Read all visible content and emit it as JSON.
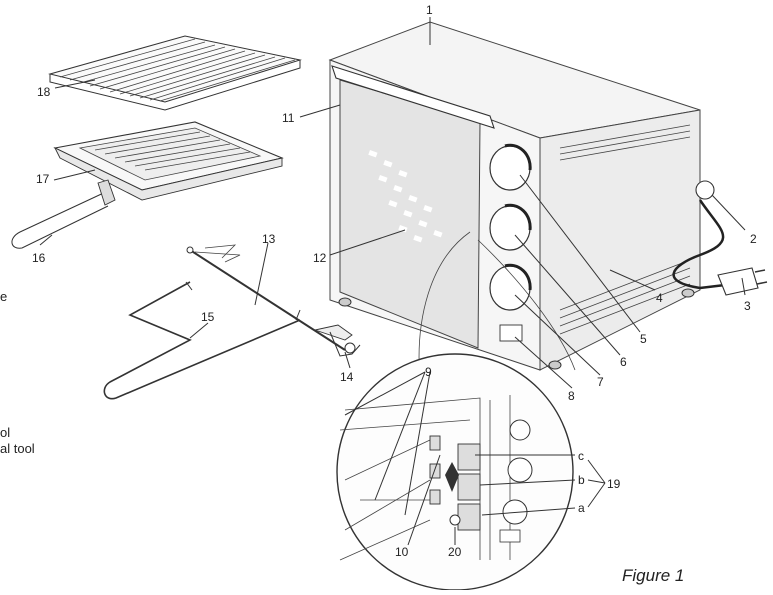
{
  "figure": {
    "caption": "Figure 1"
  },
  "labels": {
    "l1": "1",
    "l2": "2",
    "l3": "3",
    "l4": "4",
    "l5": "5",
    "l6": "6",
    "l7": "7",
    "l8": "8",
    "l9": "9",
    "l10": "10",
    "l11": "11",
    "l12": "12",
    "l13": "13",
    "l14": "14",
    "l15": "15",
    "l16": "16",
    "l17": "17",
    "l18": "18",
    "l19": "19",
    "l20": "20",
    "la": "a",
    "lb": "b",
    "lc": "c"
  },
  "cropped_text": {
    "line_e": "e",
    "line_ol": "ol",
    "line_altool": "al tool"
  }
}
